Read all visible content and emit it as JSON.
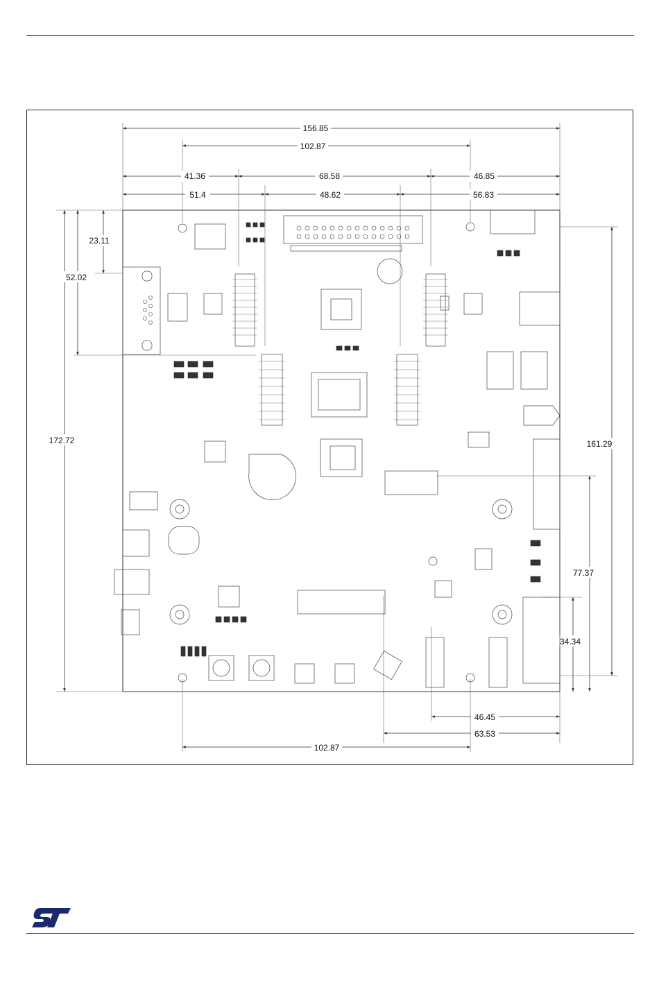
{
  "header": {},
  "figure": {
    "dimensions": {
      "overall_width": "156.85",
      "mounting_hole_top_span": "102.87",
      "segment_a1": "41.36",
      "segment_a2": "68.58",
      "segment_a3": "46.85",
      "segment_b1": "51.4",
      "segment_b2": "48.62",
      "segment_b3": "56.83",
      "left_offset_1": "23.11",
      "left_offset_2": "52.02",
      "overall_height": "172.72",
      "right_height": "161.29",
      "right_mid": "77.37",
      "right_low": "34.34",
      "bottom_1": "46.45",
      "bottom_2": "63.53",
      "mounting_hole_bottom_span": "102.87"
    }
  },
  "footer": {
    "logo": "ST"
  }
}
